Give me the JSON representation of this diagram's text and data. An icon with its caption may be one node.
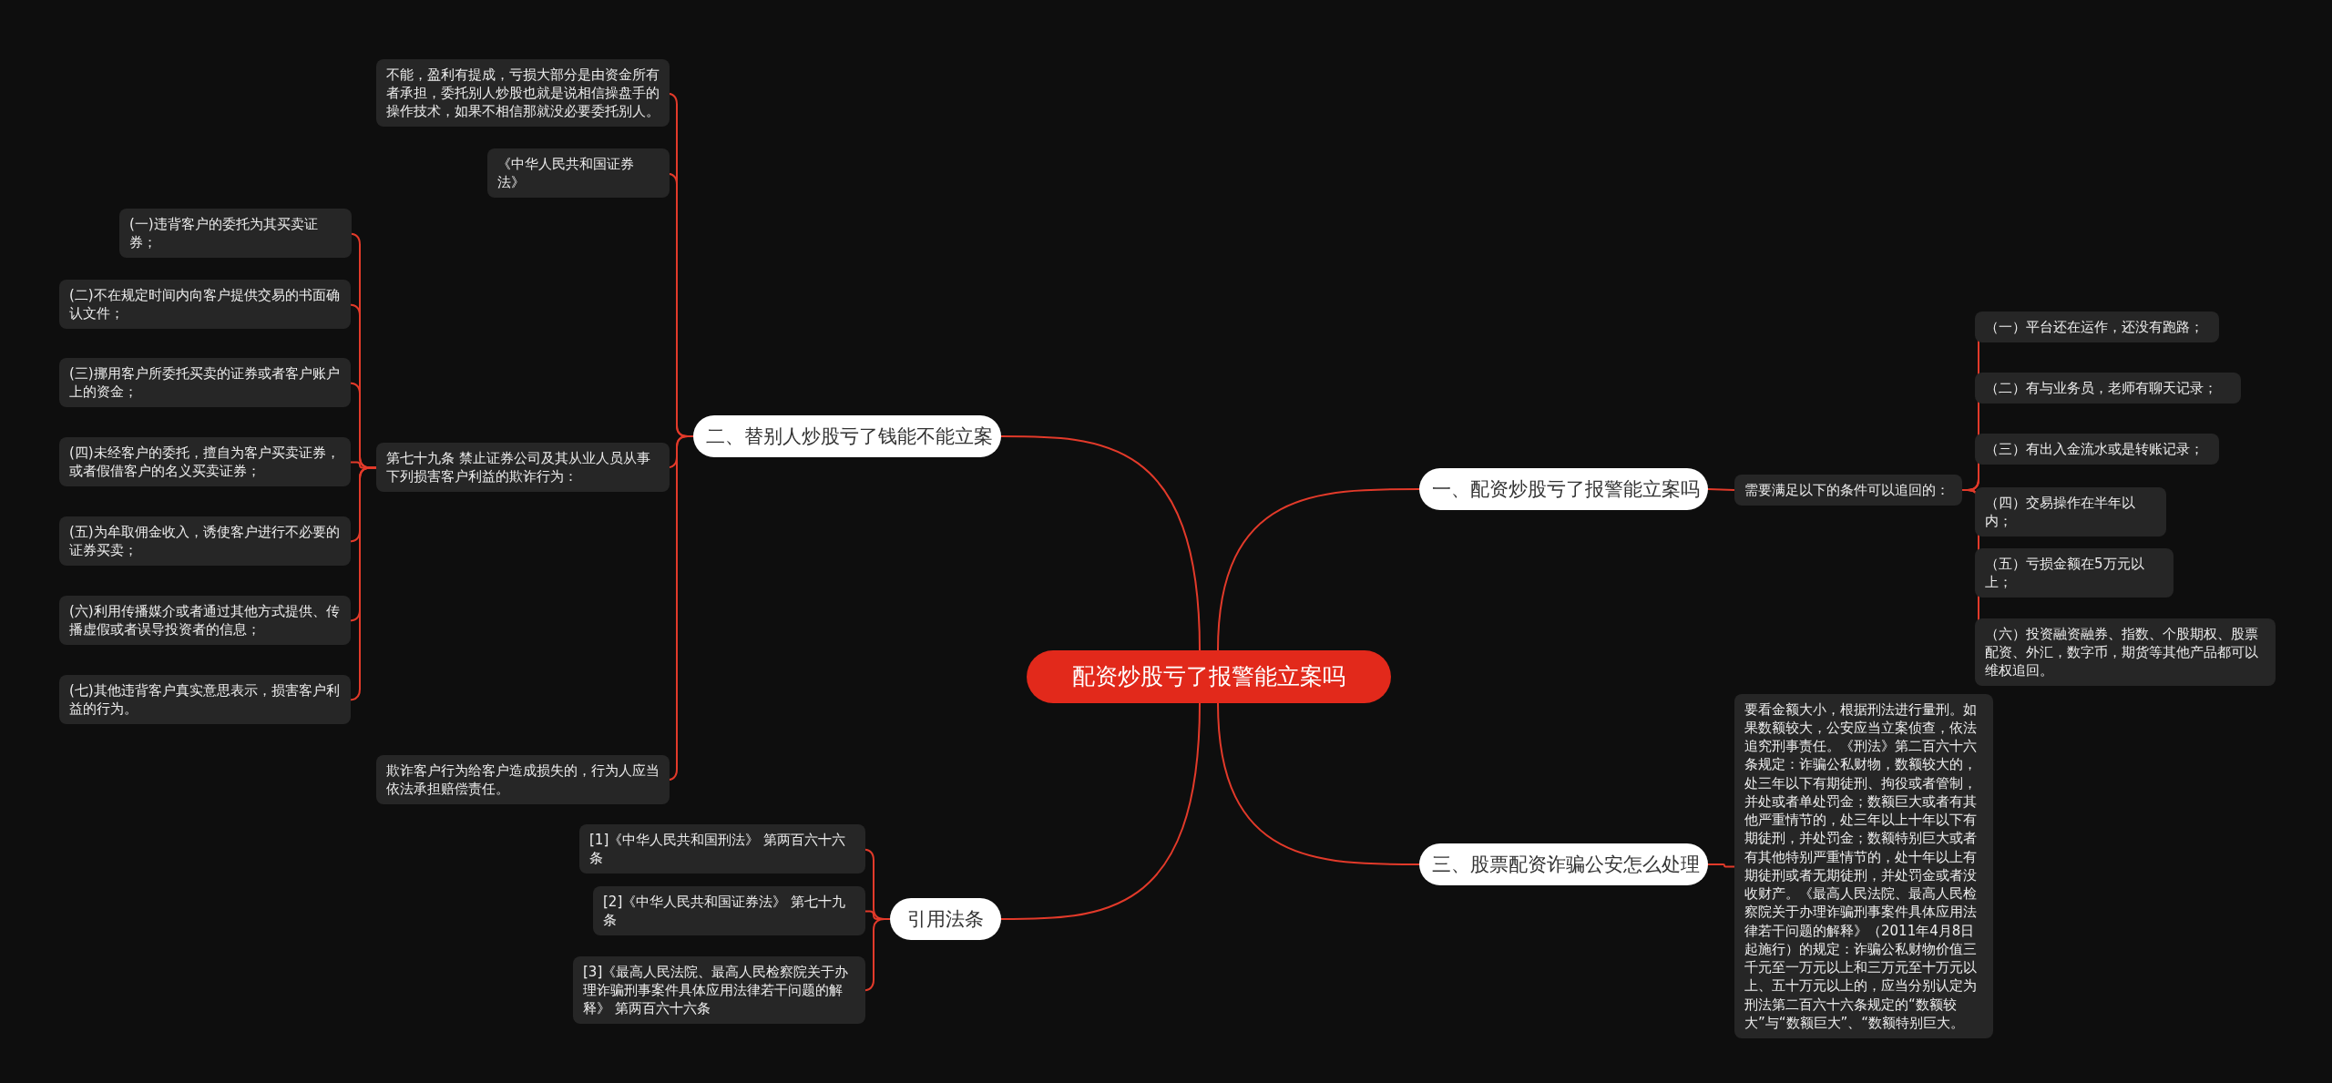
{
  "diagram": {
    "nodes": [
      {
        "text": [
          "配资炒股亏了报警能立案吗"
        ]
      },
      {
        "text": [
          "一、配资炒股亏了报警能立案吗"
        ]
      },
      {
        "text": [
          "需要满足以下的条件可以追回的："
        ]
      },
      {
        "text": [
          "（一）平台还在运作，还没有跑路；"
        ]
      },
      {
        "text": [
          "（二）有与业务员，老师有聊天记录；"
        ]
      },
      {
        "text": [
          "（三）有出入金流水或是转账记录；"
        ]
      },
      {
        "text": [
          "（四）交易操作在半年以内；"
        ]
      },
      {
        "text": [
          "（五）亏损金额在5万元以上；"
        ]
      },
      {
        "text": [
          "（六）投资融资融券、指数、个股期权、股票配资、外汇，数字币，期货等其他产品都可以维权追回。"
        ]
      },
      {
        "text": [
          "二、替别人炒股亏了钱能不能立案"
        ]
      },
      {
        "text": [
          "不能，盈利有提成，亏损大部分是由资金所有者承担，委托别人炒股也就是说相信操盘手的操作技术，如果不相信那就没必要委托别人。"
        ]
      },
      {
        "text": [
          "《中华人民共和国证券法》"
        ]
      },
      {
        "text": [
          "第七十九条 禁止证券公司及其从业人员从事下列损害客户利益的欺诈行为："
        ]
      },
      {
        "text": [
          "(一)违背客户的委托为其买卖证券；"
        ]
      },
      {
        "text": [
          "(二)不在规定时间内向客户提供交易的书面确认文件；"
        ]
      },
      {
        "text": [
          "(三)挪用客户所委托买卖的证券或者客户账户上的资金；"
        ]
      },
      {
        "text": [
          "(四)未经客户的委托，擅自为客户买卖证券，或者假借客户的名义买卖证券；"
        ]
      },
      {
        "text": [
          "(五)为牟取佣金收入，诱使客户进行不必要的证券买卖；"
        ]
      },
      {
        "text": [
          "(六)利用传播媒介或者通过其他方式提供、传播虚假或者误导投资者的信息；"
        ]
      },
      {
        "text": [
          "(七)其他违背客户真实意思表示，损害客户利益的行为。"
        ]
      },
      {
        "text": [
          "欺诈客户行为给客户造成损失的，行为人应当依法承担赔偿责任。"
        ]
      },
      {
        "text": [
          "三、股票配资诈骗公安怎么处理"
        ]
      },
      {
        "text": [
          "要看金额大小，根据刑法进行量刑。如果数额较大，公安应当立案侦查，依法追究刑事责任。《刑法》第二百六十六条规定：诈骗公私财物，数额较大的，处三年以下有期徒刑、拘役或者管制，并处或者单处罚金；数额巨大或者有其他严重情节的，处三年以上十年以下有期徒刑，并处罚金；数额特别巨大或者有其他特别严重情节的，处十年以上有期徒刑或者无期徒刑，并处罚金或者没收财产。《最高人民法院、最高人民检察院关于办理诈骗刑事案件具体应用法律若干问题的解释》（2011年4月8日起施行）的规定：诈骗公私财物价值三千元至一万元以上和三万元至十万元以上、五十万元以上的，应当分别认定为刑法第二百六十六条规定的“数额较大”与“数额巨大”、“数额特别巨大。"
        ]
      },
      {
        "text": [
          "引用法条"
        ]
      },
      {
        "text": [
          "[1]《中华人民共和国刑法》 第两百六十六条"
        ]
      },
      {
        "text": [
          "[2]《中华人民共和国证券法》 第七十九条"
        ]
      },
      {
        "text": [
          "[3]《最高人民法院、最高人民检察院关于办理诈骗刑事案件具体应用法律若干问题的解释》 第两百六十六条"
        ]
      }
    ],
    "edges": [
      {
        "from": 0,
        "to": 1,
        "arrow": "none"
      },
      {
        "from": 1,
        "to": 2,
        "arrow": "none"
      },
      {
        "from": 2,
        "to": 3,
        "arrow": "none"
      },
      {
        "from": 2,
        "to": 4,
        "arrow": "none"
      },
      {
        "from": 2,
        "to": 5,
        "arrow": "none"
      },
      {
        "from": 2,
        "to": 6,
        "arrow": "none"
      },
      {
        "from": 2,
        "to": 7,
        "arrow": "none"
      },
      {
        "from": 2,
        "to": 8,
        "arrow": "none"
      },
      {
        "from": 0,
        "to": 9,
        "arrow": "none"
      },
      {
        "from": 9,
        "to": 10,
        "arrow": "none"
      },
      {
        "from": 9,
        "to": 11,
        "arrow": "none"
      },
      {
        "from": 9,
        "to": 12,
        "arrow": "none"
      },
      {
        "from": 12,
        "to": 13,
        "arrow": "none"
      },
      {
        "from": 12,
        "to": 14,
        "arrow": "none"
      },
      {
        "from": 12,
        "to": 15,
        "arrow": "none"
      },
      {
        "from": 12,
        "to": 16,
        "arrow": "none"
      },
      {
        "from": 12,
        "to": 17,
        "arrow": "none"
      },
      {
        "from": 12,
        "to": 18,
        "arrow": "none"
      },
      {
        "from": 12,
        "to": 19,
        "arrow": "none"
      },
      {
        "from": 9,
        "to": 20,
        "arrow": "none"
      },
      {
        "from": 0,
        "to": 21,
        "arrow": "none"
      },
      {
        "from": 21,
        "to": 22,
        "arrow": "none"
      },
      {
        "from": 0,
        "to": 23,
        "arrow": "none"
      },
      {
        "from": 23,
        "to": 24,
        "arrow": "none"
      },
      {
        "from": 23,
        "to": 25,
        "arrow": "none"
      },
      {
        "from": 23,
        "to": 26,
        "arrow": "none"
      }
    ]
  }
}
